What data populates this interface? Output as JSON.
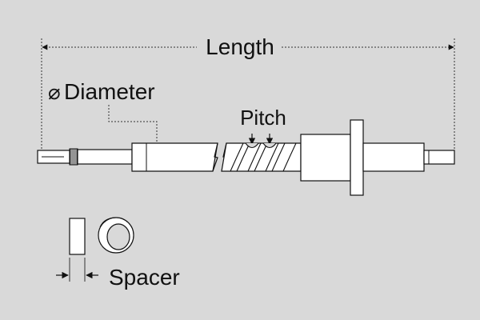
{
  "labels": {
    "length": "Length",
    "diameter_symbol": "⌀",
    "diameter": "Diameter",
    "pitch": "Pitch",
    "spacer": "Spacer"
  },
  "colors": {
    "background": "#d9d9d9",
    "outline": "#111111",
    "part_fill": "#ffffff",
    "dimension_line": "#333333"
  },
  "icons": {
    "dimension_arrow": "arrowhead",
    "break_mark": "lightning-break"
  }
}
